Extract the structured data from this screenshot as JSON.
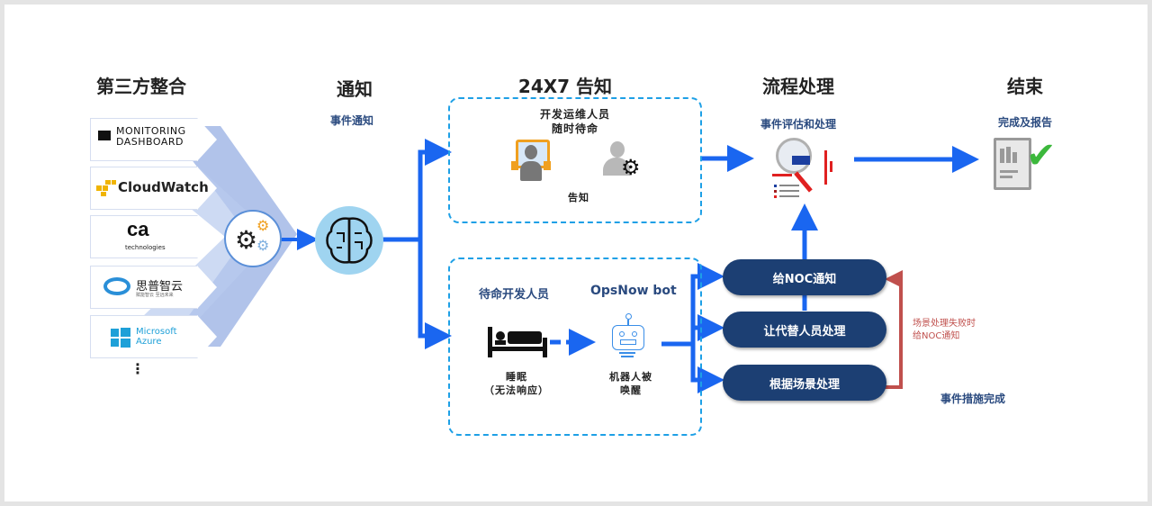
{
  "stages": {
    "integration": {
      "title": "第三方整合"
    },
    "notification": {
      "title": "通知",
      "subtitle": "事件通知"
    },
    "alert": {
      "title": "24X7 告知"
    },
    "process": {
      "title": "流程处理",
      "subtitle": "事件评估和处理"
    },
    "end": {
      "title": "结束",
      "subtitle": "完成及报告"
    }
  },
  "sources": [
    {
      "name": "MONITORING DASHBOARD",
      "line1": "MONITORING",
      "line2": "DASHBOARD",
      "icon": "monitoring-dashboard-logo"
    },
    {
      "name": "CloudWatch",
      "line1": "CloudWatch",
      "icon": "cloudwatch-logo"
    },
    {
      "name": "ca technologies",
      "line1": "ca",
      "line2": "technologies",
      "icon": "ca-logo"
    },
    {
      "name": "思普智云",
      "line1": "思普智云",
      "line2": "赋能智云 至远未来",
      "icon": "sipu-cloud-logo"
    },
    {
      "name": "Microsoft Azure",
      "line1": "Microsoft",
      "line2": "Azure",
      "icon": "azure-logo"
    }
  ],
  "sources_more": "⋮",
  "oncall_box": {
    "heading_line1": "开发运维人员",
    "heading_line2": "随时待命",
    "label": "告知"
  },
  "standby_box": {
    "developer_heading": "待命开发人员",
    "bot_heading": "OpsNow bot",
    "sleep_line1": "睡眠",
    "sleep_line2": "（无法响应）",
    "bot_line1": "机器人被",
    "bot_line2": "唤醒"
  },
  "actions": [
    {
      "label": "给NOC通知"
    },
    {
      "label": "让代替人员处理"
    },
    {
      "label": "根据场景处理"
    }
  ],
  "fallback_note": {
    "line1": "场景处理失败时",
    "line2": "给NOC通知",
    "color": "#c0504d"
  },
  "completion_note": "事件措施完成",
  "colors": {
    "flow_arrow": "#1a66f0",
    "pill": "#1c3f73",
    "dash_border": "#1ea0e6",
    "subtitle": "#2a4a7f",
    "funnel": "#a9bde8"
  }
}
